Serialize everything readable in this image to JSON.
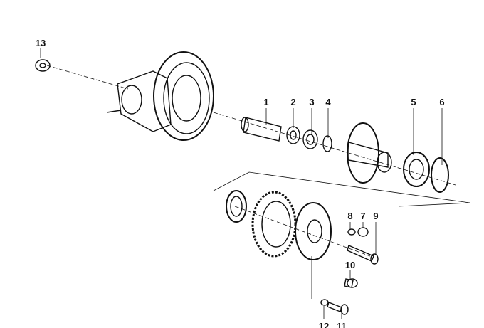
{
  "title": "Final drive / differential exploded parts diagram",
  "callouts": [
    {
      "id": "13",
      "label": "13"
    },
    {
      "id": "1",
      "label": "1"
    },
    {
      "id": "2",
      "label": "2"
    },
    {
      "id": "3",
      "label": "3"
    },
    {
      "id": "4",
      "label": "4"
    },
    {
      "id": "5",
      "label": "5"
    },
    {
      "id": "6",
      "label": "6"
    },
    {
      "id": "8",
      "label": "8"
    },
    {
      "id": "7",
      "label": "7"
    },
    {
      "id": "9",
      "label": "9"
    },
    {
      "id": "10",
      "label": "10"
    },
    {
      "id": "12",
      "label": "12"
    },
    {
      "id": "11",
      "label": "11"
    }
  ]
}
